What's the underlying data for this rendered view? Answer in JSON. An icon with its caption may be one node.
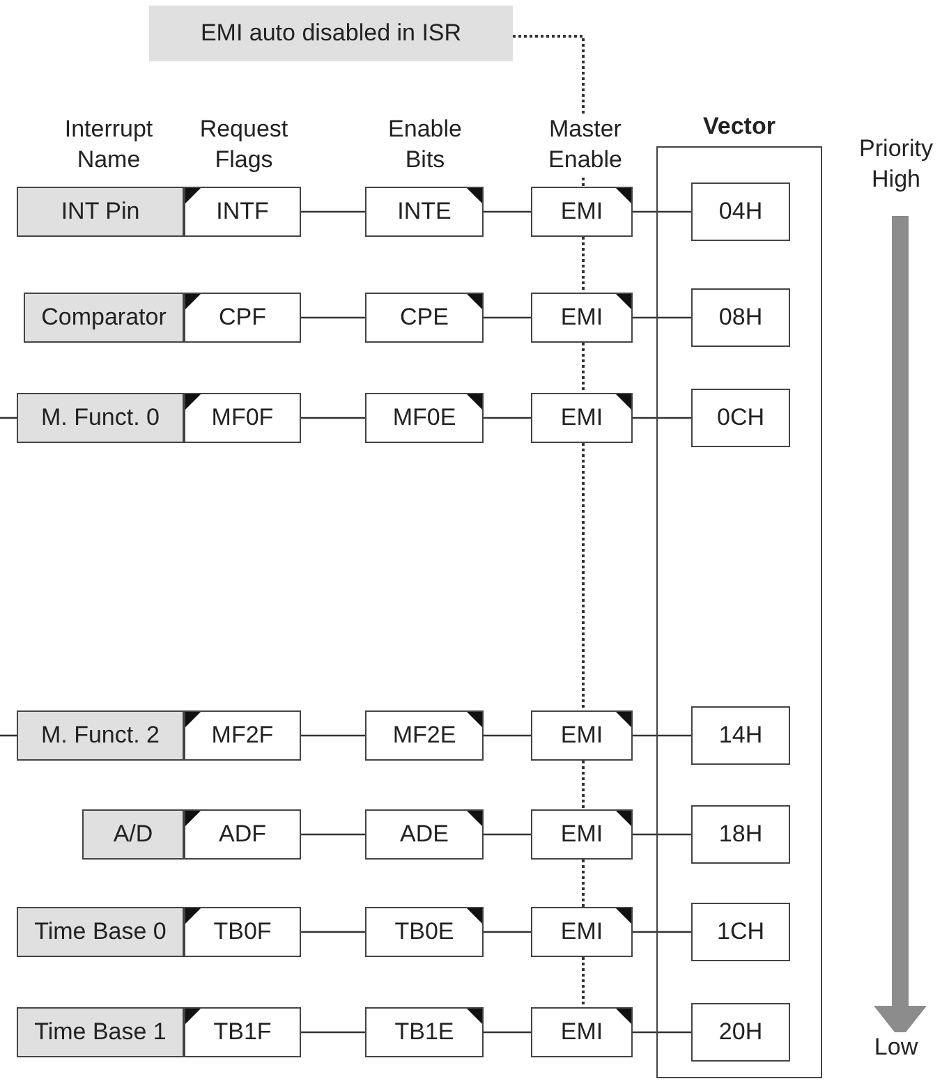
{
  "diagram": {
    "nodes": [
      {
        "text": [
          "EMI auto disabled in ISR"
        ]
      },
      {
        "text": [
          "Vector"
        ]
      },
      {
        "text": [
          "INT Pin"
        ]
      },
      {
        "text": [
          "INTF"
        ]
      },
      {
        "text": [
          "INTE"
        ]
      },
      {
        "text": [
          "EMI"
        ]
      },
      {
        "text": [
          "04H"
        ],
        "in": 1
      },
      {
        "text": [
          "Comparator"
        ]
      },
      {
        "text": [
          "CPF"
        ]
      },
      {
        "text": [
          "CPE"
        ]
      },
      {
        "text": [
          "EMI"
        ]
      },
      {
        "text": [
          "08H"
        ],
        "in": 1
      },
      {
        "text": [
          "M. Funct. 0"
        ]
      },
      {
        "text": [
          "MF0F"
        ]
      },
      {
        "text": [
          "MF0E"
        ]
      },
      {
        "text": [
          "EMI"
        ]
      },
      {
        "text": [
          "0CH"
        ],
        "in": 1
      },
      {
        "text": [
          "M. Funct. 2"
        ]
      },
      {
        "text": [
          "MF2F"
        ]
      },
      {
        "text": [
          "MF2E"
        ]
      },
      {
        "text": [
          "EMI"
        ]
      },
      {
        "text": [
          "14H"
        ],
        "in": 1
      },
      {
        "text": [
          "A/D"
        ]
      },
      {
        "text": [
          "ADF"
        ]
      },
      {
        "text": [
          "ADE"
        ]
      },
      {
        "text": [
          "EMI"
        ]
      },
      {
        "text": [
          "18H"
        ],
        "in": 1
      },
      {
        "text": [
          "Time Base 0"
        ]
      },
      {
        "text": [
          "TB0F"
        ]
      },
      {
        "text": [
          "TB0E"
        ]
      },
      {
        "text": [
          "EMI"
        ]
      },
      {
        "text": [
          "1CH"
        ],
        "in": 1
      },
      {
        "text": [
          "Time Base 1"
        ]
      },
      {
        "text": [
          "TB1F"
        ]
      },
      {
        "text": [
          "TB1E"
        ]
      },
      {
        "text": [
          "EMI"
        ]
      },
      {
        "text": [
          "20H"
        ],
        "in": 1
      }
    ],
    "edges": [
      {
        "from": 3,
        "to": 4,
        "arrow": "none"
      },
      {
        "from": 4,
        "to": 5,
        "arrow": "none"
      },
      {
        "from": 5,
        "to": 6,
        "arrow": "none"
      },
      {
        "from": 8,
        "to": 9,
        "arrow": "none"
      },
      {
        "from": 9,
        "to": 10,
        "arrow": "none"
      },
      {
        "from": 10,
        "to": 11,
        "arrow": "none"
      },
      {
        "from": null,
        "to": 12,
        "arrow": "none"
      },
      {
        "from": 13,
        "to": 14,
        "arrow": "none"
      },
      {
        "from": 14,
        "to": 15,
        "arrow": "none"
      },
      {
        "from": 15,
        "to": 16,
        "arrow": "none"
      },
      {
        "from": null,
        "to": 17,
        "arrow": "none"
      },
      {
        "from": 18,
        "to": 19,
        "arrow": "none"
      },
      {
        "from": 19,
        "to": 20,
        "arrow": "none"
      },
      {
        "from": 20,
        "to": 21,
        "arrow": "none"
      },
      {
        "from": 23,
        "to": 24,
        "arrow": "none"
      },
      {
        "from": 24,
        "to": 25,
        "arrow": "none"
      },
      {
        "from": 25,
        "to": 26,
        "arrow": "none"
      },
      {
        "from": 28,
        "to": 29,
        "arrow": "none"
      },
      {
        "from": 29,
        "to": 30,
        "arrow": "none"
      },
      {
        "from": 30,
        "to": 31,
        "arrow": "none"
      },
      {
        "from": 33,
        "to": 34,
        "arrow": "none"
      },
      {
        "from": 34,
        "to": 35,
        "arrow": "none"
      },
      {
        "from": 35,
        "to": 36,
        "arrow": "none"
      },
      {
        "from": 0,
        "to": 5,
        "arrow": "none",
        "style": "dashed"
      },
      {
        "from": 5,
        "to": 10,
        "arrow": "none",
        "style": "dashed"
      },
      {
        "from": 10,
        "to": 15,
        "arrow": "none",
        "style": "dashed"
      },
      {
        "from": 15,
        "to": 20,
        "arrow": "none",
        "style": "dashed"
      },
      {
        "from": 20,
        "to": 25,
        "arrow": "none",
        "style": "dashed"
      },
      {
        "from": 25,
        "to": 30,
        "arrow": "none",
        "style": "dashed"
      },
      {
        "from": 30,
        "to": 35,
        "arrow": "none",
        "style": "dashed"
      }
    ],
    "labels": [
      "Interrupt Name",
      "Request Flags",
      "Enable Bits",
      "Master Enable",
      "Priority High",
      "Low"
    ]
  }
}
